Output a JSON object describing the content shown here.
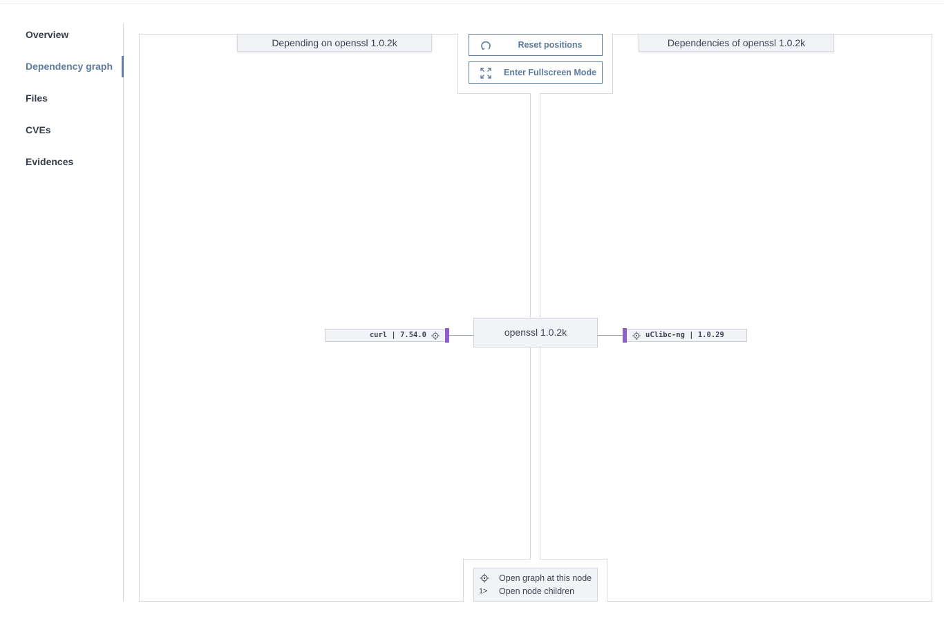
{
  "sidebar": {
    "items": [
      {
        "label": "Overview",
        "active": false
      },
      {
        "label": "Dependency graph",
        "active": true
      },
      {
        "label": "Files",
        "active": false
      },
      {
        "label": "CVEs",
        "active": false
      },
      {
        "label": "Evidences",
        "active": false
      }
    ]
  },
  "graph": {
    "left_header": "Depending on openssl 1.0.2k",
    "right_header": "Dependencies of openssl 1.0.2k",
    "controls": {
      "reset_label": "Reset positions",
      "reset_icon": "reset-arrow-icon",
      "fullscreen_label": "Enter Fullscreen Mode",
      "fullscreen_icon": "fullscreen-expand-icon"
    },
    "root_node": "openssl 1.0.2k",
    "dependents": [
      {
        "label": "curl | 7.54.0",
        "icon": "crosshair-icon"
      }
    ],
    "dependencies": [
      {
        "label": "uClibc-ng | 1.0.29",
        "icon": "crosshair-icon"
      }
    ],
    "accent_color": "#5d7b9c",
    "node_handle_color": "#8d5fc7",
    "legend": [
      {
        "icon": "crosshair-icon",
        "text": "Open graph at this node"
      },
      {
        "key": "1>",
        "text": "Open node children"
      }
    ]
  }
}
